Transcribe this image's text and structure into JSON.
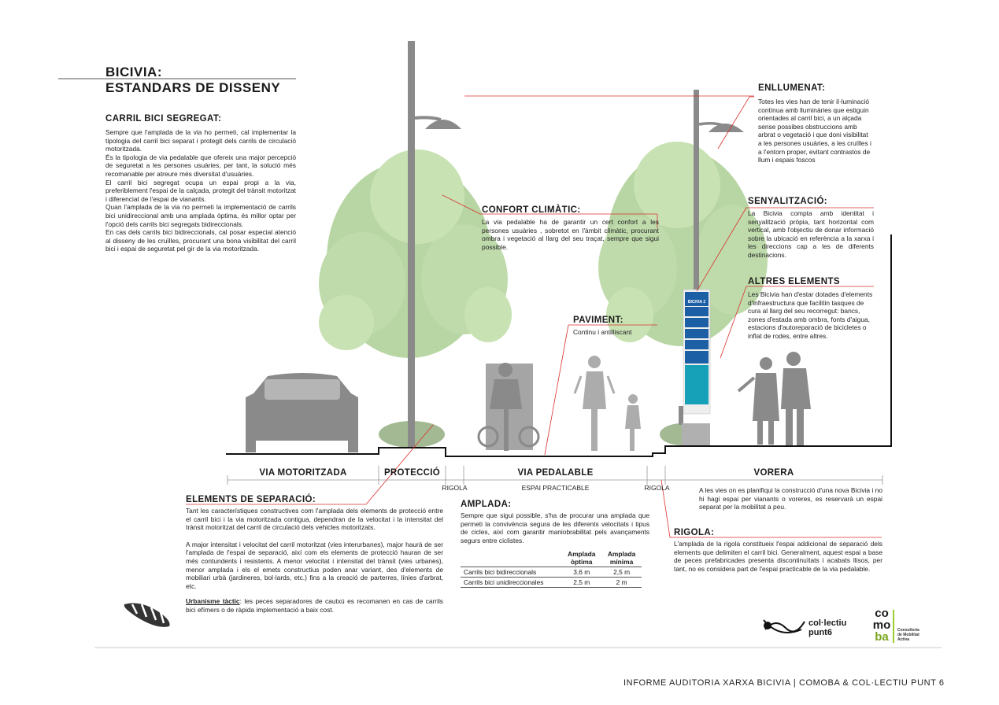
{
  "title": {
    "line1": "BICIVIA:",
    "line2": "ESTANDARS DE DISSENY"
  },
  "carril_bici": {
    "heading": "CARRIL BICI SEGREGAT:",
    "paragraphs": [
      "Sempre que l'amplada de la via ho permeti, cal implementar la tipologia del carril bici separat i protegit dels carrils de circulació motoritzada.",
      "És la tipologia de via pedalable que ofereix una major percepció de seguretat a les persones usuàries, per tant, la solució més recomanable per atreure més diversitat d'usuàries.",
      "El carril bici segregat ocupa un espai propi a la via, preferiblement l'espai de la calçada, protegit del trànsit motoritzat i diferenciat de l'espai de vianants.",
      "Quan l'amplada de la via no permeti la implementació de carrils bici unidireccional amb una amplada òptima, és millor optar per l'opció dels carrils bici segregats bidireccionals.",
      "En cas dels carrils bici bidireccionals, cal posar especial atenció al disseny de les cruïlles, procurant una bona visibilitat del carril bici i espai de seguretat pel gir de la via motoritzada."
    ]
  },
  "confort": {
    "heading": "CONFORT CLIMÀTIC:",
    "text": "La via pedalable ha de garantir un cert confort a les persones usuàries , sobretot en l'àmbit climàtic, procurant ombra i vegetació al llarg del seu traçat, sempre que sigui possible."
  },
  "enllumenat": {
    "heading": "ENLLUMENAT:",
    "text": "Totes les vies han de tenir il·luminació contínua amb lluminàries que estiguin orientades al carril bici, a un alçada sense possibes obstruccions amb arbrat o vegetació i que doni visibilitat a les persones usuàries, a les cruïlles i a l'entorn proper, evitant contrastos de llum i espais foscos"
  },
  "senyalitzacio": {
    "heading": "SENYALITZACIÓ:",
    "text": "La Bicivia compta amb identitat i senyalització pròpia, tant horizontal com vertical, amb l'objectiu de donar informació sobre la ubicació en referència a la xarxa i les direccions cap a les de diferents destinacions."
  },
  "altres": {
    "heading": "ALTRES ELEMENTS",
    "text": "Les Bicivia han d'estar dotades d'elements d'infraestructura que facilitin tasques de cura al llarg del seu recorregut: bancs, zones d'estada amb ombra, fonts d'aigua, estacions d'autoreparació de bicicletes o inflat de rodes, entre altres."
  },
  "paviment": {
    "heading": "PAVIMENT:",
    "text": "Continu i antilliscant"
  },
  "sign": {
    "title": "BICIVIA 2"
  },
  "zones": {
    "via_motoritzada": "VIA MOTORITZADA",
    "proteccio": "PROTECCIÓ",
    "via_pedalable": "VIA PEDALABLE",
    "vorera": "VORERA",
    "rigola_left": "RIGOLA",
    "espai_practicable": "ESPAI PRACTICABLE",
    "rigola_right": "RIGOLA",
    "vorera_note": "A les vies on es planifiqui la construcció d'una nova Bicivia i no hi hagi espai per vianants o voreres, es reservarà un espai separat per la mobilitat a peu."
  },
  "separacio": {
    "heading": "ELEMENTS DE SEPARACIÓ:",
    "paragraphs": [
      "Tant les característiques constructives com l'amplada dels elements de protecció entre el carril bici i la via motoritzada contigua, dependran de la velocitat i la intensitat del trànsit motoritzat del carril de circulació dels vehicles motoritzats.",
      "A major intensitat i velocitat del carril motoritzat (vies interurbanes), major haurà de ser l'amplada de l'espai de separació, així com els elements de protecció hauran de ser més contundents i resistents. A menor velocitat i intensitat del trànsit (vies urbanes), menor amplada i els el emets constructius poden anar variant, des d'elements de mobiliari urbà (jardineres, bol·lards, etc.) fins a la creació de parterres, línies d'arbrat, etc."
    ],
    "urbanisme_label": "Urbanisme tàctic",
    "urbanisme_text": ": les peces separadores de cautxú es recomanen en cas de carrils bici efímers o de ràpida implementació a baix cost."
  },
  "amplada": {
    "heading": "AMPLADA:",
    "text": "Sempre que sigui possible, s'ha de procurar una amplada que permeti la convivència segura de les diferents velocitats i tipus de cicles, així com garantir maniobrabilitat pels avançaments segurs entre ciclistes.",
    "col1_line1": "Amplada",
    "col1_line2": "òptima",
    "col2_line1": "Amplada",
    "col2_line2": "mínima",
    "rows": [
      {
        "label": "Carrils bici bidireccionals",
        "optima": "3,6 m",
        "minima": "2,5 m"
      },
      {
        "label": "Carrils bici unidireccionales",
        "optima": "2,5 m",
        "minima": "2 m"
      }
    ]
  },
  "rigola": {
    "heading": "RIGOLA:",
    "text": "L'amplada de la rigola constitueix l'espai addicional de separació dels elements que delimiten el carril bici. Generalment, aquest espai a base de peces prefabricades presenta discontinuïtats i acabats llisos, per tant, no es considera part de l'espai practicable de la via pedalable."
  },
  "logos": {
    "collectiu_line1": "col·lectiu",
    "collectiu_line2": "punt6",
    "comoba_co": "co",
    "comoba_mo": "mo",
    "comoba_ba": "ba",
    "comoba_sub1": "Consultoria",
    "comoba_sub2": "de Mobilitat",
    "comoba_sub3": "Activa"
  },
  "footer": "INFORME AUDITORIA XARXA BICIVIA | COMOBA & COL·LECTIU PUNT 6",
  "colors": {
    "accent_red": "#d9302c",
    "tree_green": "#8cbf6a",
    "sign_blue": "#1d5fa5",
    "sign_teal": "#16a1b8",
    "silhouette": "#8a8a8a"
  }
}
